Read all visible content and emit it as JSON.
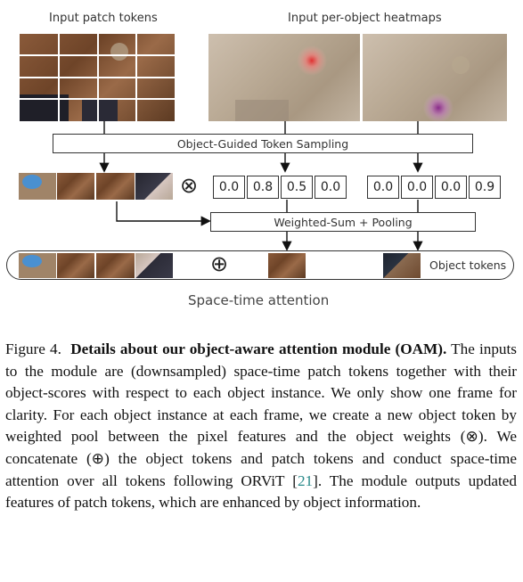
{
  "figure": {
    "label_patch_tokens": "Input patch tokens",
    "label_heatmaps": "Input per-object heatmaps",
    "sampling_box": "Object-Guided Token Sampling",
    "pooling_box": "Weighted-Sum + Pooling",
    "otimes_symbol": "⊗",
    "oplus_symbol": "⊕",
    "scores_obj1": [
      "0.0",
      "0.8",
      "0.5",
      "0.0"
    ],
    "scores_obj2": [
      "0.0",
      "0.0",
      "0.0",
      "0.9"
    ],
    "object_tokens_label": "Object tokens",
    "attention_label": "Space-time attention"
  },
  "caption": {
    "prefix": "Figure 4.",
    "title": "Details about our object-aware attention module (OAM).",
    "body_1": "The inputs to the module are (downsampled) space-time patch tokens together with their object-scores with respect to each object instance. We only show one frame for clarity. For each object instance at each frame, we create a new object token by weighted pool between the pixel features and the object weights (⊗). We concatenate (⊕) the object tokens and patch tokens and conduct space-time attention over all tokens following ORViT [",
    "ref": "21",
    "body_2": "]. The module outputs updated features of patch tokens, which are enhanced by object information."
  }
}
